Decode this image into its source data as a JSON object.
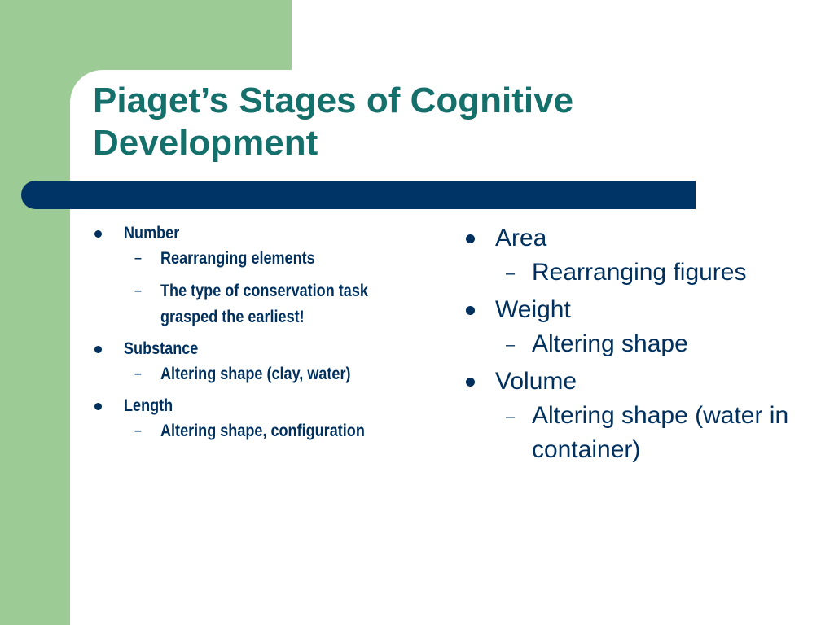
{
  "slide": {
    "title_lines": [
      "Piaget’s Stages of Cognitive",
      "Development"
    ],
    "colors": {
      "accent_green": "#9dcb96",
      "title_teal": "#15706b",
      "bar_navy": "#003366",
      "body_text": "#00305e"
    }
  },
  "left_column": [
    {
      "label": "Number",
      "subitems": [
        "Rearranging elements",
        "The type of conservation task grasped the earliest!"
      ]
    },
    {
      "label": "Substance",
      "subitems": [
        "Altering shape (clay, water)"
      ]
    },
    {
      "label": "Length",
      "subitems": [
        "Altering shape, configuration"
      ]
    }
  ],
  "right_column": [
    {
      "label": "Area",
      "subitems": [
        "Rearranging figures"
      ]
    },
    {
      "label": "Weight",
      "subitems": [
        "Altering shape"
      ]
    },
    {
      "label": "Volume",
      "subitems": [
        "Altering shape (water in container)"
      ]
    }
  ]
}
